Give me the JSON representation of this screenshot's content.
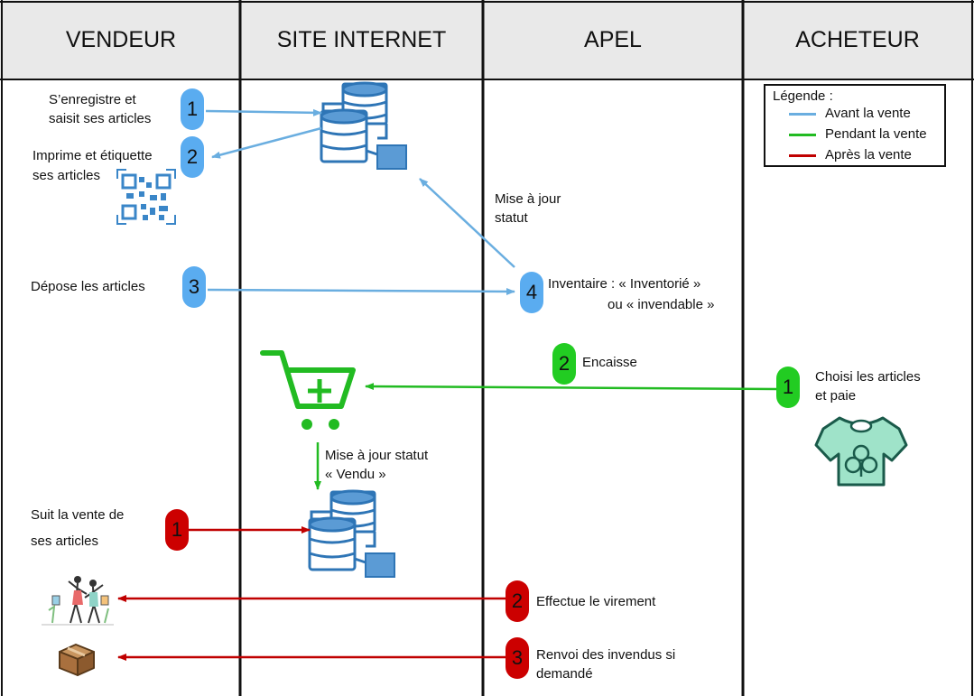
{
  "lanes": [
    "VENDEUR",
    "SITE INTERNET",
    "APEL",
    "ACHETEUR"
  ],
  "legend": {
    "title": "Légende :",
    "items": [
      {
        "label": "Avant la vente",
        "color": "#6aaee0"
      },
      {
        "label": "Pendant la vente",
        "color": "#22bb22"
      },
      {
        "label": "Après la vente",
        "color": "#c00000"
      }
    ]
  },
  "colors": {
    "before": "#6aaee0",
    "during": "#22bb22",
    "after": "#c00000",
    "db_stroke": "#2e75b6",
    "db_fill": "#5b9bd5"
  },
  "badges": {
    "b1": "1",
    "b2": "2",
    "b3": "3",
    "b4": "4",
    "g1": "1",
    "g2": "2",
    "r1": "1",
    "r2": "2",
    "r3": "3"
  },
  "texts": {
    "register_1": "S’enregistre  et",
    "register_2": "saisit ses articles",
    "print_1": "Imprime et étiquette",
    "print_2": "ses articles",
    "update_status_1": "Mise à jour",
    "update_status_2": "statut",
    "deposit": "Dépose les articles",
    "inventory_1": "Inventaire : « Inventorié »",
    "inventory_2": "ou « invendable »",
    "collect": "Encaisse",
    "choose_1": "Choisi les articles",
    "choose_2": "et paie",
    "sold_1": "Mise à jour statut",
    "sold_2": "« Vendu »",
    "follow_1": "Suit la vente de",
    "follow_2": "ses articles",
    "transfer": "Effectue le virement",
    "return_1": "Renvoi des invendus si",
    "return_2": "demandé"
  },
  "icons": [
    "database-icon",
    "qr-code-icon",
    "shopping-cart-icon",
    "tshirt-icon",
    "people-celebrating-icon",
    "parcel-box-icon"
  ]
}
